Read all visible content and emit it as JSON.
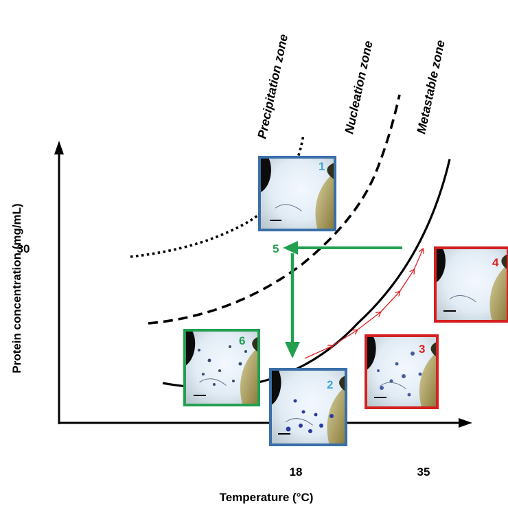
{
  "axes": {
    "x_title": "Temperature (°C)",
    "y_title": "Protein concentration (mg/mL)",
    "x_ticks": [
      "18",
      "35"
    ],
    "y_ticks": [
      "30"
    ]
  },
  "zones": {
    "precipitation": "Precipitation zone",
    "nucleation": "Nucleation zone",
    "metastable": "Metastable zone"
  },
  "path_label": "5",
  "micrographs": [
    {
      "number": "1",
      "frame_color": "#3a6fa8",
      "number_color": "#40a8d8"
    },
    {
      "number": "2",
      "frame_color": "#3a6fa8",
      "number_color": "#40a8d8"
    },
    {
      "number": "3",
      "frame_color": "#d42020",
      "number_color": "#e02020"
    },
    {
      "number": "4",
      "frame_color": "#d42020",
      "number_color": "#e02020"
    },
    {
      "number": "6",
      "frame_color": "#22a050",
      "number_color": "#22a050"
    }
  ],
  "colors": {
    "green_path": "#22a050",
    "red_path": "#e02020",
    "curves": "#000000"
  }
}
